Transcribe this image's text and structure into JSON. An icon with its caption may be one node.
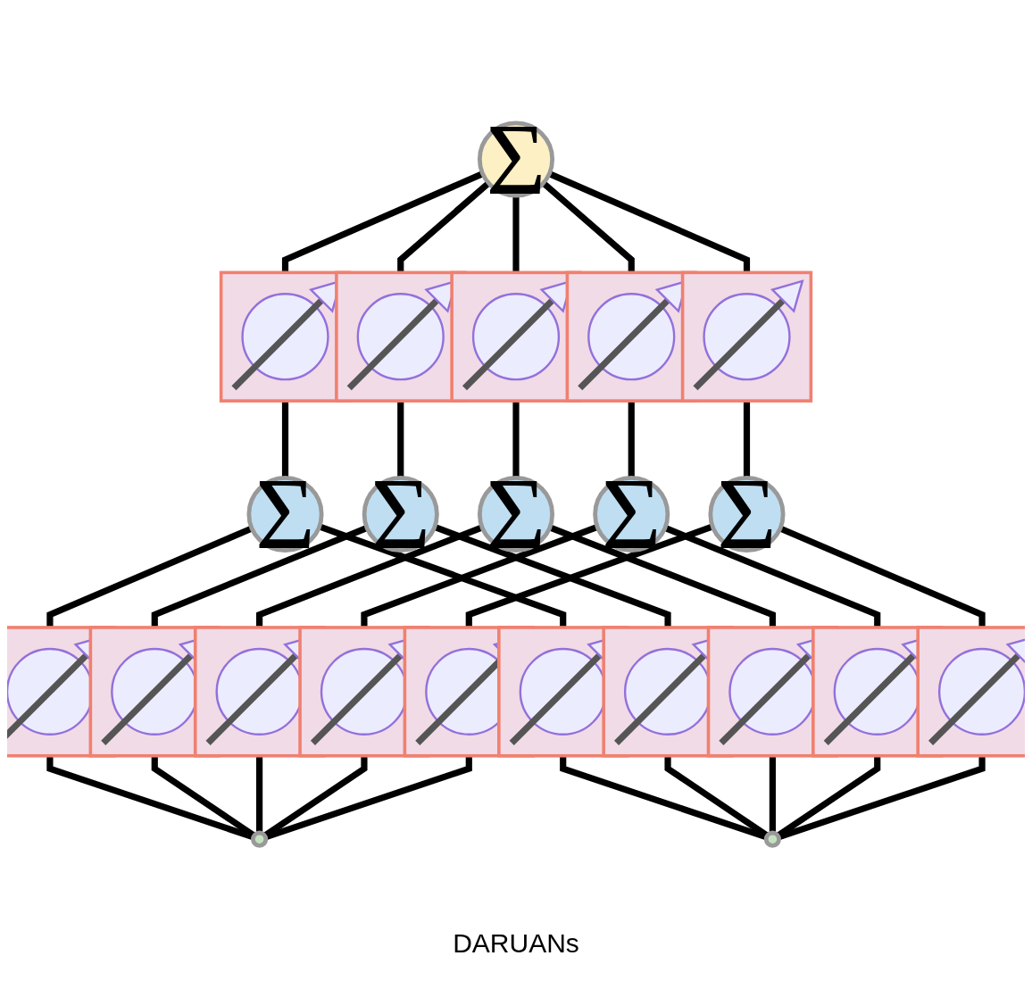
{
  "diagram": {
    "nodes": [
      {
        "text": [
          "Σ"
        ]
      },
      {
        "text": [],
        "shape": "picture"
      },
      {
        "text": [],
        "shape": "picture"
      },
      {
        "text": [],
        "shape": "picture"
      },
      {
        "text": [],
        "shape": "picture"
      },
      {
        "text": [],
        "shape": "picture"
      },
      {
        "text": [
          "Σ"
        ]
      },
      {
        "text": [
          "Σ"
        ]
      },
      {
        "text": [
          "Σ"
        ]
      },
      {
        "text": [
          "Σ"
        ]
      },
      {
        "text": [
          "Σ"
        ]
      },
      {
        "text": [],
        "shape": "picture"
      },
      {
        "text": [],
        "shape": "picture"
      },
      {
        "text": [],
        "shape": "picture"
      },
      {
        "text": [],
        "shape": "picture"
      },
      {
        "text": [],
        "shape": "picture"
      },
      {
        "text": [],
        "shape": "picture"
      },
      {
        "text": [],
        "shape": "picture"
      },
      {
        "text": [],
        "shape": "picture"
      },
      {
        "text": [],
        "shape": "picture"
      },
      {
        "text": [],
        "shape": "picture"
      },
      {
        "text": [],
        "shape": "circle"
      },
      {
        "text": [],
        "shape": "circle"
      }
    ],
    "edges": [
      {
        "from": 0,
        "to": 1,
        "arrow": "none"
      },
      {
        "from": 0,
        "to": 2,
        "arrow": "none"
      },
      {
        "from": 0,
        "to": 3,
        "arrow": "none"
      },
      {
        "from": 0,
        "to": 4,
        "arrow": "none"
      },
      {
        "from": 0,
        "to": 5,
        "arrow": "none"
      },
      {
        "from": 1,
        "to": 6,
        "arrow": "none"
      },
      {
        "from": 2,
        "to": 7,
        "arrow": "none"
      },
      {
        "from": 3,
        "to": 8,
        "arrow": "none"
      },
      {
        "from": 4,
        "to": 9,
        "arrow": "none"
      },
      {
        "from": 5,
        "to": 10,
        "arrow": "none"
      },
      {
        "from": 6,
        "to": 11,
        "arrow": "none"
      },
      {
        "from": 6,
        "to": 16,
        "arrow": "none"
      },
      {
        "from": 7,
        "to": 12,
        "arrow": "none"
      },
      {
        "from": 7,
        "to": 17,
        "arrow": "none"
      },
      {
        "from": 8,
        "to": 13,
        "arrow": "none"
      },
      {
        "from": 8,
        "to": 18,
        "arrow": "none"
      },
      {
        "from": 9,
        "to": 14,
        "arrow": "none"
      },
      {
        "from": 9,
        "to": 19,
        "arrow": "none"
      },
      {
        "from": 10,
        "to": 15,
        "arrow": "none"
      },
      {
        "from": 10,
        "to": 20,
        "arrow": "none"
      },
      {
        "from": 11,
        "to": 21,
        "arrow": "none"
      },
      {
        "from": 12,
        "to": 21,
        "arrow": "none"
      },
      {
        "from": 13,
        "to": 21,
        "arrow": "none"
      },
      {
        "from": 14,
        "to": 21,
        "arrow": "none"
      },
      {
        "from": 15,
        "to": 21,
        "arrow": "none"
      },
      {
        "from": 16,
        "to": 22,
        "arrow": "none"
      },
      {
        "from": 17,
        "to": 22,
        "arrow": "none"
      },
      {
        "from": 18,
        "to": 22,
        "arrow": "none"
      },
      {
        "from": 19,
        "to": 22,
        "arrow": "none"
      },
      {
        "from": 20,
        "to": 22,
        "arrow": "none"
      }
    ],
    "labels": [
      "DARUANs"
    ]
  }
}
